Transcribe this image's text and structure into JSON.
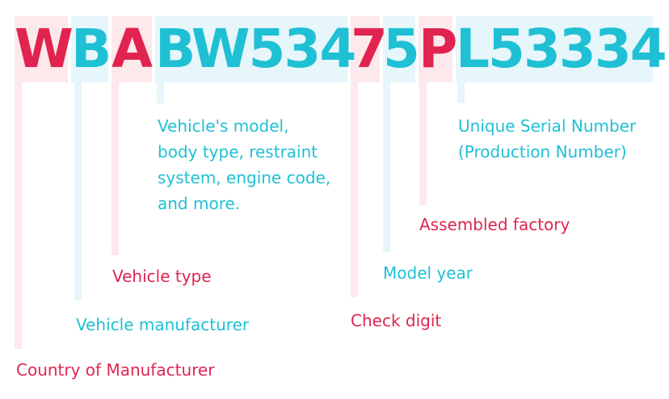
{
  "colors": {
    "accent_red": "#e0244f",
    "accent_blue": "#1fc0d4",
    "tint_red": "#fde8ec",
    "tint_blue": "#e6f6fa"
  },
  "vin": {
    "wmi_country": "W",
    "wmi_manufacturer": "B",
    "wmi_type": "A",
    "vds": "BW534",
    "check_digit": "7",
    "model_year": "5",
    "plant": "P",
    "serial": "L53334"
  },
  "labels": {
    "country": "Country of Manufacturer",
    "manufacturer": "Vehicle manufacturer",
    "vehicle_type": "Vehicle type",
    "descriptor": "Vehicle's model, body type, restraint system, engine code, and more.",
    "check_digit": "Check digit",
    "model_year": "Model year",
    "factory": "Assembled factory",
    "serial": "Unique Serial Number (Production Number)"
  }
}
